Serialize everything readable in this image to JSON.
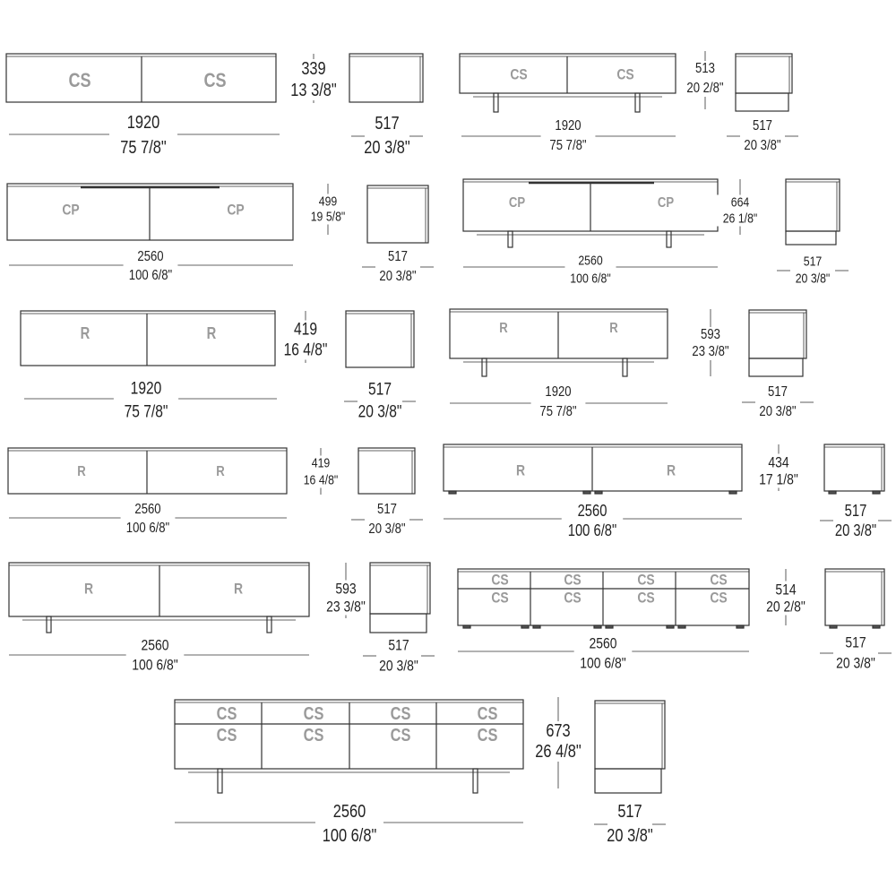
{
  "colors": {
    "line": "#333333",
    "label": "#9a9a9a",
    "text": "#222222"
  },
  "units": [
    {
      "front_labels": [
        "CS",
        "CS"
      ],
      "height_mm": "339",
      "height_in": "13 3/8\"",
      "width_mm": "1920",
      "width_in": "75 7/8\"",
      "depth_mm": "517",
      "depth_in": "20 3/8\""
    },
    {
      "front_labels": [
        "CS",
        "CS"
      ],
      "height_mm": "513",
      "height_in": "20 2/8\"",
      "width_mm": "1920",
      "width_in": "75 7/8\"",
      "depth_mm": "517",
      "depth_in": "20 3/8\""
    },
    {
      "front_labels": [
        "CP",
        "CP"
      ],
      "height_mm": "499",
      "height_in": "19 5/8\"",
      "width_mm": "2560",
      "width_in": "100 6/8\"",
      "depth_mm": "517",
      "depth_in": "20 3/8\""
    },
    {
      "front_labels": [
        "CP",
        "CP"
      ],
      "height_mm": "664",
      "height_in": "26 1/8\"",
      "width_mm": "2560",
      "width_in": "100 6/8\"",
      "depth_mm": "517",
      "depth_in": "20 3/8\""
    },
    {
      "front_labels": [
        "R",
        "R"
      ],
      "height_mm": "419",
      "height_in": "16 4/8\"",
      "width_mm": "1920",
      "width_in": "75 7/8\"",
      "depth_mm": "517",
      "depth_in": "20 3/8\""
    },
    {
      "front_labels": [
        "R",
        "R"
      ],
      "height_mm": "593",
      "height_in": "23 3/8\"",
      "width_mm": "1920",
      "width_in": "75 7/8\"",
      "depth_mm": "517",
      "depth_in": "20 3/8\""
    },
    {
      "front_labels": [
        "R",
        "R"
      ],
      "height_mm": "419",
      "height_in": "16 4/8\"",
      "width_mm": "2560",
      "width_in": "100 6/8\"",
      "depth_mm": "517",
      "depth_in": "20 3/8\""
    },
    {
      "front_labels": [
        "R",
        "R"
      ],
      "height_mm": "434",
      "height_in": "17 1/8\"",
      "width_mm": "2560",
      "width_in": "100 6/8\"",
      "depth_mm": "517",
      "depth_in": "20 3/8\""
    },
    {
      "front_labels": [
        "R",
        "R"
      ],
      "height_mm": "593",
      "height_in": "23 3/8\"",
      "width_mm": "2560",
      "width_in": "100 6/8\"",
      "depth_mm": "517",
      "depth_in": "20 3/8\""
    },
    {
      "front_labels": [
        "CS",
        "CS",
        "CS",
        "CS",
        "CS",
        "CS",
        "CS",
        "CS"
      ],
      "height_mm": "514",
      "height_in": "20 2/8\"",
      "width_mm": "2560",
      "width_in": "100 6/8\"",
      "depth_mm": "517",
      "depth_in": "20 3/8\""
    },
    {
      "front_labels": [
        "CS",
        "CS",
        "CS",
        "CS",
        "CS",
        "CS",
        "CS",
        "CS"
      ],
      "height_mm": "673",
      "height_in": "26 4/8\"",
      "width_mm": "2560",
      "width_in": "100 6/8\"",
      "depth_mm": "517",
      "depth_in": "20 3/8\""
    }
  ]
}
